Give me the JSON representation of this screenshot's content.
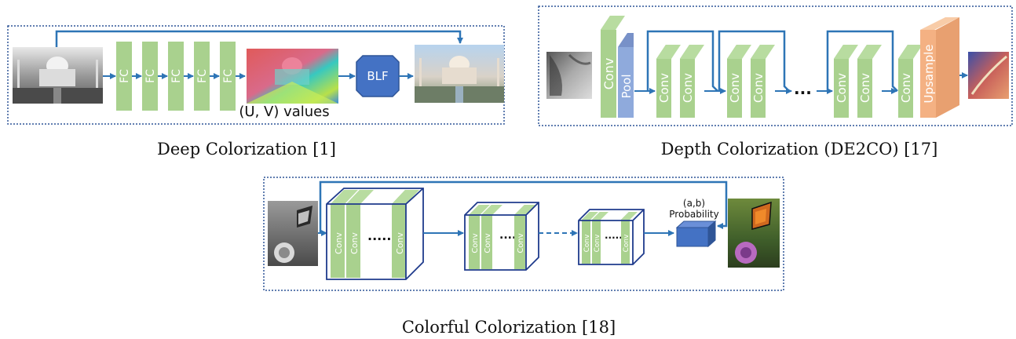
{
  "captions": {
    "deep": "Deep Colorization [1]",
    "depth": "Depth Colorization (DE2CO) [17]",
    "colorful": "Colorful Colorization [18]"
  },
  "deep_colorization": {
    "fc_label": "FC",
    "blf_label": "BLF",
    "uv_label": "(U, V) values"
  },
  "depth_colorization": {
    "conv_label": "Conv",
    "pool_label": "Pool",
    "upsample_label": "Upsample",
    "ellipsis": "..."
  },
  "colorful_colorization": {
    "conv_label": "Conv",
    "dots": ".....",
    "ab_label": "(a,b)",
    "probability_label": "Probability"
  },
  "colors": {
    "frame_dots": "#2f5597",
    "arrow": "#2e75b6",
    "green_front": "#a9d18e",
    "green_side": "#8bb873",
    "blue_block": "#4472c4",
    "pool_blue": "#8faadc",
    "upsample_orange": "#f4b183",
    "cube_outline": "#1f3b8c"
  }
}
